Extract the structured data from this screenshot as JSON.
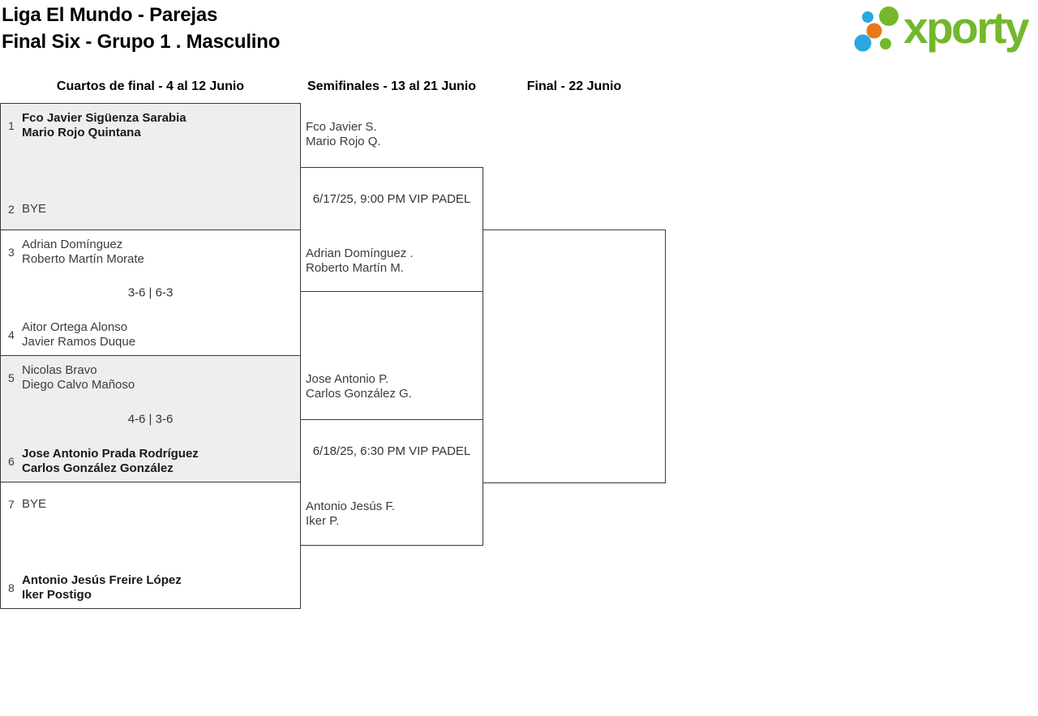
{
  "header": {
    "title_line1": "Liga El Mundo - Parejas",
    "title_line2": "Final Six - Grupo 1 . Masculino"
  },
  "logo": {
    "text": "xporty",
    "brand_green": "#74b72c",
    "brand_blue": "#29a9e0",
    "brand_orange": "#e8791a"
  },
  "rounds": [
    {
      "label": "Cuartos de final - 4 al 12 Junio"
    },
    {
      "label": "Semifinales - 13 al 21 Junio"
    },
    {
      "label": "Final - 22 Junio"
    }
  ],
  "quarterfinals": [
    {
      "top": {
        "seed": "1",
        "line1": "Fco Javier Sigüenza Sarabia",
        "line2": "Mario Rojo Quintana",
        "winner": true
      },
      "bottom": {
        "seed": "2",
        "line1": "BYE",
        "line2": "",
        "winner": false
      },
      "score": ""
    },
    {
      "top": {
        "seed": "3",
        "line1": "Adrian Domínguez",
        "line2": "Roberto Martín Morate",
        "winner": false
      },
      "bottom": {
        "seed": "4",
        "line1": "Aitor Ortega Alonso",
        "line2": "Javier Ramos Duque",
        "winner": false
      },
      "score": "3-6 | 6-3"
    },
    {
      "top": {
        "seed": "5",
        "line1": "Nicolas Bravo",
        "line2": "Diego Calvo Mañoso",
        "winner": false
      },
      "bottom": {
        "seed": "6",
        "line1": "Jose Antonio Prada Rodríguez",
        "line2": "Carlos González González",
        "winner": true
      },
      "score": "4-6 | 3-6"
    },
    {
      "top": {
        "seed": "7",
        "line1": "BYE",
        "line2": "",
        "winner": false
      },
      "bottom": {
        "seed": "8",
        "line1": "Antonio Jesús Freire López",
        "line2": "Iker Postigo",
        "winner": true
      },
      "score": ""
    }
  ],
  "semifinals": [
    {
      "team_top_line1": "Fco Javier S.",
      "team_top_line2": "Mario Rojo Q.",
      "schedule": "6/17/25, 9:00 PM VIP PADEL",
      "team_bottom_line1": "Adrian Domínguez .",
      "team_bottom_line2": "Roberto Martín M."
    },
    {
      "team_top_line1": "Jose Antonio P.",
      "team_top_line2": "Carlos González G.",
      "schedule": "6/18/25, 6:30 PM VIP PADEL",
      "team_bottom_line1": "Antonio Jesús F.",
      "team_bottom_line2": "Iker P."
    }
  ],
  "colors": {
    "match_alt_bg": "#eeeeee",
    "border": "#3a3a3a"
  }
}
